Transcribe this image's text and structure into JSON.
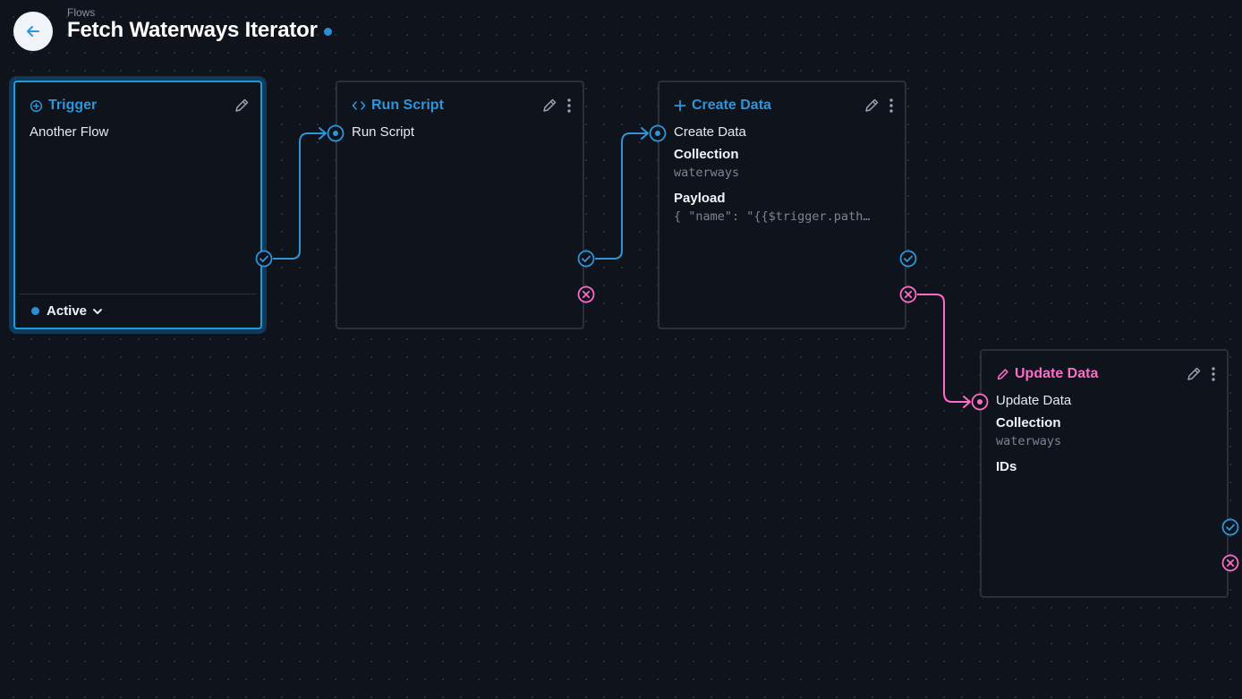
{
  "header": {
    "breadcrumb": "Flows",
    "title": "Fetch Waterways Iterator",
    "status_color": "#2c8fd6"
  },
  "colors": {
    "accent": "#2f95d8",
    "reject": "#ff6bc9",
    "background": "#0f131b"
  },
  "nodes": {
    "trigger": {
      "title": "Trigger",
      "icon": "trigger-icon",
      "operation": "Another Flow",
      "status_label": "Active"
    },
    "run_script": {
      "title": "Run Script",
      "icon": "code-icon",
      "operation": "Run Script"
    },
    "create_data": {
      "title": "Create Data",
      "icon": "plus-icon",
      "operation": "Create Data",
      "collection_label": "Collection",
      "collection_value": "waterways",
      "payload_label": "Payload",
      "payload_value": "{ \"name\": \"{{$trigger.path…"
    },
    "update_data": {
      "title": "Update Data",
      "icon": "pencil-icon",
      "operation": "Update Data",
      "collection_label": "Collection",
      "collection_value": "waterways",
      "ids_label": "IDs"
    }
  }
}
